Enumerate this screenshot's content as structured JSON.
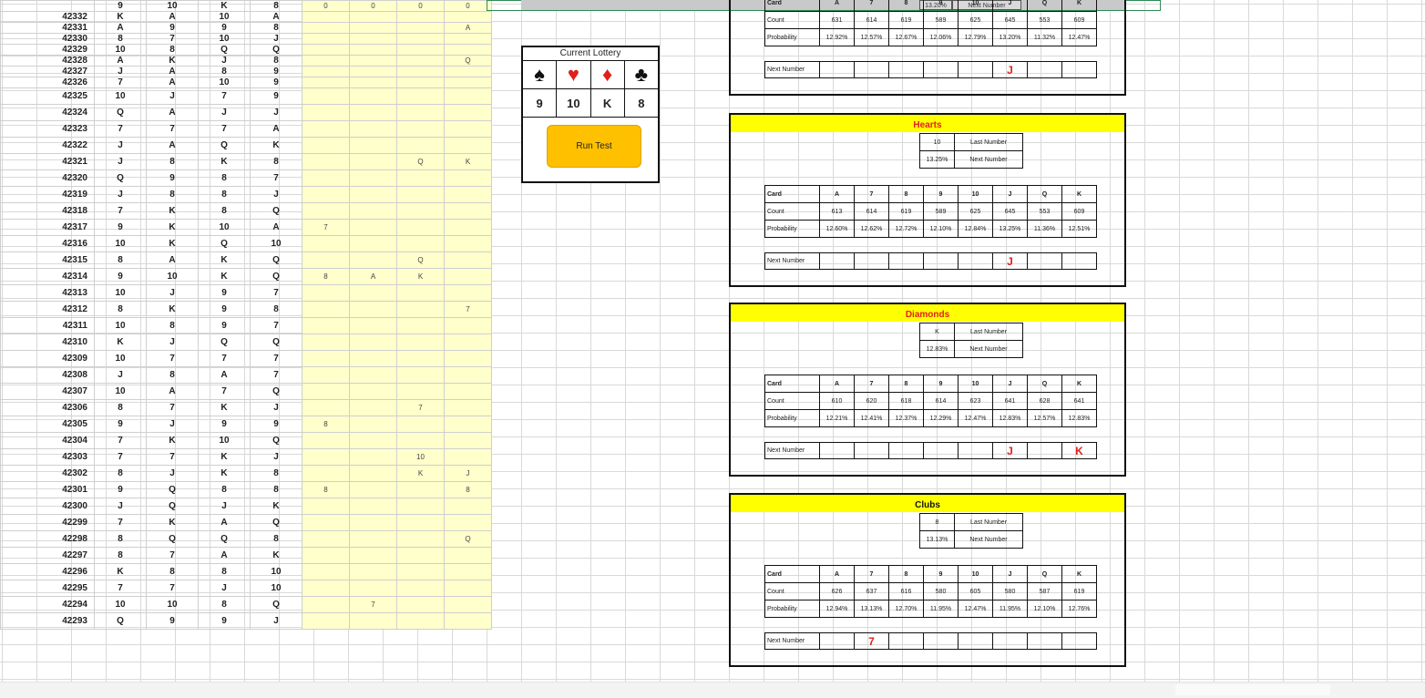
{
  "sheet": {
    "header_row": {
      "id": "",
      "values": [
        "9",
        "10",
        "K",
        "8"
      ],
      "flags": [
        "0",
        "0",
        "0",
        "0"
      ]
    },
    "rows": [
      {
        "id": "42332",
        "v": [
          "K",
          "A",
          "10",
          "A"
        ],
        "f": [
          "",
          "",
          "",
          ""
        ]
      },
      {
        "id": "42331",
        "v": [
          "A",
          "9",
          "9",
          "8"
        ],
        "f": [
          "",
          "",
          "",
          "A"
        ]
      },
      {
        "id": "42330",
        "v": [
          "8",
          "7",
          "10",
          "J"
        ],
        "f": [
          "",
          "",
          "",
          ""
        ]
      },
      {
        "id": "42329",
        "v": [
          "10",
          "8",
          "Q",
          "Q"
        ],
        "f": [
          "",
          "",
          "",
          ""
        ]
      },
      {
        "id": "42328",
        "v": [
          "A",
          "K",
          "J",
          "8"
        ],
        "f": [
          "",
          "",
          "",
          "Q"
        ]
      },
      {
        "id": "42327",
        "v": [
          "J",
          "A",
          "8",
          "9"
        ],
        "f": [
          "",
          "",
          "",
          ""
        ]
      },
      {
        "id": "42326",
        "v": [
          "7",
          "A",
          "10",
          "9"
        ],
        "f": [
          "",
          "",
          "",
          ""
        ]
      },
      {
        "id": "42325",
        "v": [
          "10",
          "J",
          "7",
          "9"
        ],
        "f": [
          "",
          "",
          "",
          ""
        ]
      },
      {
        "id": "42324",
        "v": [
          "Q",
          "A",
          "J",
          "J"
        ],
        "f": [
          "",
          "",
          "",
          ""
        ]
      },
      {
        "id": "42323",
        "v": [
          "7",
          "7",
          "7",
          "A"
        ],
        "f": [
          "",
          "",
          "",
          ""
        ]
      },
      {
        "id": "42322",
        "v": [
          "J",
          "A",
          "Q",
          "K"
        ],
        "f": [
          "",
          "",
          "",
          ""
        ]
      },
      {
        "id": "42321",
        "v": [
          "J",
          "8",
          "K",
          "8"
        ],
        "f": [
          "",
          "",
          "Q",
          "K"
        ]
      },
      {
        "id": "42320",
        "v": [
          "Q",
          "9",
          "8",
          "7"
        ],
        "f": [
          "",
          "",
          "",
          ""
        ]
      },
      {
        "id": "42319",
        "v": [
          "J",
          "8",
          "8",
          "J"
        ],
        "f": [
          "",
          "",
          "",
          ""
        ]
      },
      {
        "id": "42318",
        "v": [
          "7",
          "K",
          "8",
          "Q"
        ],
        "f": [
          "",
          "",
          "",
          ""
        ]
      },
      {
        "id": "42317",
        "v": [
          "9",
          "K",
          "10",
          "A"
        ],
        "f": [
          "7",
          "",
          "",
          ""
        ]
      },
      {
        "id": "42316",
        "v": [
          "10",
          "K",
          "Q",
          "10"
        ],
        "f": [
          "",
          "",
          "",
          ""
        ]
      },
      {
        "id": "42315",
        "v": [
          "8",
          "A",
          "K",
          "Q"
        ],
        "f": [
          "",
          "",
          "Q",
          ""
        ]
      },
      {
        "id": "42314",
        "v": [
          "9",
          "10",
          "K",
          "Q"
        ],
        "f": [
          "8",
          "A",
          "K",
          ""
        ]
      },
      {
        "id": "42313",
        "v": [
          "10",
          "J",
          "9",
          "7"
        ],
        "f": [
          "",
          "",
          "",
          ""
        ]
      },
      {
        "id": "42312",
        "v": [
          "8",
          "K",
          "9",
          "8"
        ],
        "f": [
          "",
          "",
          "",
          "7"
        ]
      },
      {
        "id": "42311",
        "v": [
          "10",
          "8",
          "9",
          "7"
        ],
        "f": [
          "",
          "",
          "",
          ""
        ]
      },
      {
        "id": "42310",
        "v": [
          "K",
          "J",
          "Q",
          "Q"
        ],
        "f": [
          "",
          "",
          "",
          ""
        ]
      },
      {
        "id": "42309",
        "v": [
          "10",
          "7",
          "7",
          "7"
        ],
        "f": [
          "",
          "",
          "",
          ""
        ]
      },
      {
        "id": "42308",
        "v": [
          "J",
          "8",
          "A",
          "7"
        ],
        "f": [
          "",
          "",
          "",
          ""
        ]
      },
      {
        "id": "42307",
        "v": [
          "10",
          "A",
          "7",
          "Q"
        ],
        "f": [
          "",
          "",
          "",
          ""
        ]
      },
      {
        "id": "42306",
        "v": [
          "8",
          "7",
          "K",
          "J"
        ],
        "f": [
          "",
          "",
          "7",
          ""
        ]
      },
      {
        "id": "42305",
        "v": [
          "9",
          "J",
          "9",
          "9"
        ],
        "f": [
          "8",
          "",
          "",
          ""
        ]
      },
      {
        "id": "42304",
        "v": [
          "7",
          "K",
          "10",
          "Q"
        ],
        "f": [
          "",
          "",
          "",
          ""
        ]
      },
      {
        "id": "42303",
        "v": [
          "7",
          "7",
          "K",
          "J"
        ],
        "f": [
          "",
          "",
          "10",
          ""
        ]
      },
      {
        "id": "42302",
        "v": [
          "8",
          "J",
          "K",
          "8"
        ],
        "f": [
          "",
          "",
          "K",
          "J"
        ]
      },
      {
        "id": "42301",
        "v": [
          "9",
          "Q",
          "8",
          "8"
        ],
        "f": [
          "8",
          "",
          "",
          "8"
        ]
      },
      {
        "id": "42300",
        "v": [
          "J",
          "Q",
          "J",
          "K"
        ],
        "f": [
          "",
          "",
          "",
          ""
        ]
      },
      {
        "id": "42299",
        "v": [
          "7",
          "K",
          "A",
          "Q"
        ],
        "f": [
          "",
          "",
          "",
          ""
        ]
      },
      {
        "id": "42298",
        "v": [
          "8",
          "Q",
          "Q",
          "8"
        ],
        "f": [
          "",
          "",
          "",
          "Q"
        ]
      },
      {
        "id": "42297",
        "v": [
          "8",
          "7",
          "A",
          "K"
        ],
        "f": [
          "",
          "",
          "",
          ""
        ]
      },
      {
        "id": "42296",
        "v": [
          "K",
          "8",
          "8",
          "10"
        ],
        "f": [
          "",
          "",
          "",
          ""
        ]
      },
      {
        "id": "42295",
        "v": [
          "7",
          "7",
          "J",
          "10"
        ],
        "f": [
          "",
          "",
          "",
          ""
        ]
      },
      {
        "id": "42294",
        "v": [
          "10",
          "10",
          "8",
          "Q"
        ],
        "f": [
          "",
          "7",
          "",
          ""
        ]
      },
      {
        "id": "42293",
        "v": [
          "Q",
          "9",
          "9",
          "J"
        ],
        "f": [
          "",
          "",
          "",
          ""
        ]
      }
    ]
  },
  "top_strip": {
    "pct": "13.20%",
    "label": "Next Number"
  },
  "lottery": {
    "title": "Current Lottery",
    "suits": [
      "♠",
      "♥",
      "♦",
      "♣"
    ],
    "suit_colors": [
      "#111111",
      "#e0201b",
      "#e0201b",
      "#111111"
    ],
    "values": [
      "9",
      "10",
      "K",
      "8"
    ],
    "button": "Run Test"
  },
  "card_labels": [
    "A",
    "7",
    "8",
    "9",
    "10",
    "J",
    "Q",
    "K"
  ],
  "row_labels": {
    "card": "Card",
    "count": "Count",
    "probability": "Probability",
    "next": "Next Number",
    "last": "Last Number"
  },
  "panels": [
    {
      "name": "Spades",
      "title": "",
      "title_color": "#111111",
      "last_value": "",
      "next_pct": "",
      "counts": [
        "631",
        "614",
        "619",
        "589",
        "625",
        "645",
        "553",
        "609"
      ],
      "probs": [
        "12.92%",
        "12.57%",
        "12.67%",
        "12.06%",
        "12.79%",
        "13.20%",
        "11.32%",
        "12.47%"
      ],
      "next": [
        "",
        "",
        "",
        "",
        "",
        "J",
        "",
        ""
      ]
    },
    {
      "name": "Hearts",
      "title": "Hearts",
      "title_color": "#e0201b",
      "last_value": "10",
      "next_pct": "13.25%",
      "counts": [
        "613",
        "614",
        "619",
        "589",
        "625",
        "645",
        "553",
        "609"
      ],
      "probs": [
        "12.60%",
        "12.62%",
        "12.72%",
        "12.10%",
        "12.84%",
        "13.25%",
        "11.36%",
        "12.51%"
      ],
      "next": [
        "",
        "",
        "",
        "",
        "",
        "J",
        "",
        ""
      ]
    },
    {
      "name": "Diamonds",
      "title": "Diamonds",
      "title_color": "#e0201b",
      "last_value": "K",
      "next_pct": "12.83%",
      "counts": [
        "610",
        "620",
        "618",
        "614",
        "623",
        "641",
        "628",
        "641"
      ],
      "probs": [
        "12.21%",
        "12.41%",
        "12.37%",
        "12.29%",
        "12.47%",
        "12.83%",
        "12.57%",
        "12.83%"
      ],
      "next": [
        "",
        "",
        "",
        "",
        "",
        "J",
        "",
        "K"
      ]
    },
    {
      "name": "Clubs",
      "title": "Clubs",
      "title_color": "#111111",
      "last_value": "8",
      "next_pct": "13.13%",
      "counts": [
        "626",
        "637",
        "616",
        "580",
        "605",
        "580",
        "587",
        "619"
      ],
      "probs": [
        "12.94%",
        "13.13%",
        "12.70%",
        "11.95%",
        "12.47%",
        "11.95%",
        "12.10%",
        "12.76%"
      ],
      "next": [
        "",
        "7",
        "",
        "",
        "",
        "",
        "",
        ""
      ]
    }
  ]
}
